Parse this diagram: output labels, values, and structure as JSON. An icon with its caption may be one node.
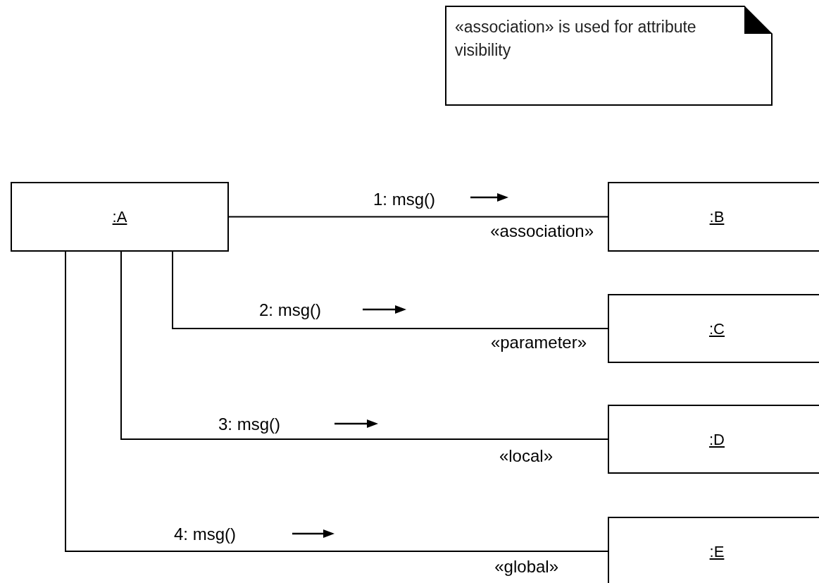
{
  "diagram": {
    "nodes": [
      {
        "text": [
          "«association» is used for attribute visibility"
        ]
      },
      {
        "text": [
          ":A"
        ]
      },
      {
        "text": [
          ":B"
        ]
      },
      {
        "text": [
          ":C"
        ]
      },
      {
        "text": [
          ":D"
        ]
      },
      {
        "text": [
          ":E"
        ]
      }
    ],
    "edges": [
      {
        "from": 1,
        "to": 2,
        "arrow": "none",
        "label": "1: msg()"
      },
      {
        "from": 1,
        "to": 3,
        "arrow": "none",
        "label": "2: msg()"
      },
      {
        "from": 1,
        "to": 4,
        "arrow": "none",
        "label": "3: msg()"
      },
      {
        "from": 1,
        "to": 5,
        "arrow": "none",
        "label": "4: msg()"
      }
    ],
    "labels": [
      "«association»",
      "«parameter»",
      "«local»",
      "«global»"
    ]
  }
}
